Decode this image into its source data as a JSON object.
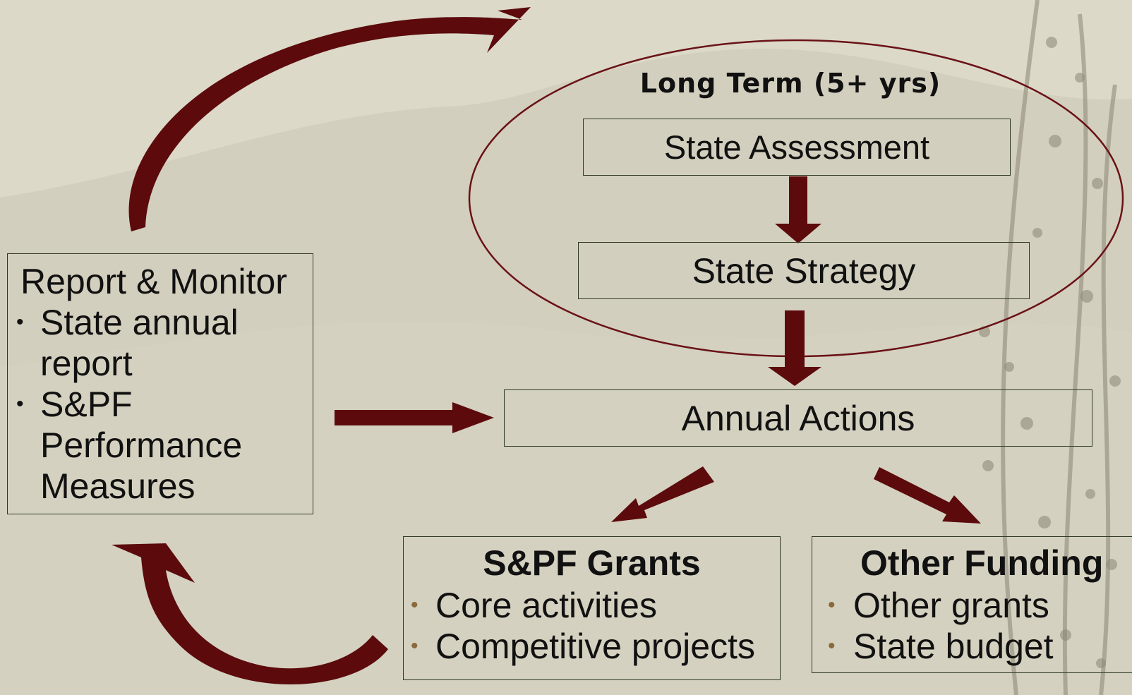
{
  "colors": {
    "background": "#dcd9c9",
    "arrow": "#5c0a0c",
    "box_border": "#2f3a22",
    "ellipse": "#6a1216",
    "bullet_accent": "#8a6a3c"
  },
  "long_term_cycle": {
    "label": "Long Term (5+ yrs)",
    "state_assessment": "State Assessment",
    "state_strategy": "State Strategy"
  },
  "annual_actions": "Annual Actions",
  "report_monitor": {
    "title": "Report & Monitor",
    "items": [
      {
        "lines": [
          "State annual",
          "report"
        ]
      },
      {
        "lines": [
          "S&PF",
          "Performance",
          "Measures"
        ]
      }
    ]
  },
  "spf_grants": {
    "title": "S&PF Grants",
    "items": [
      "Core activities",
      "Competitive projects"
    ]
  },
  "other_funding": {
    "title": "Other Funding",
    "items": [
      "Other grants",
      "State budget"
    ]
  },
  "bullet_char": "•"
}
